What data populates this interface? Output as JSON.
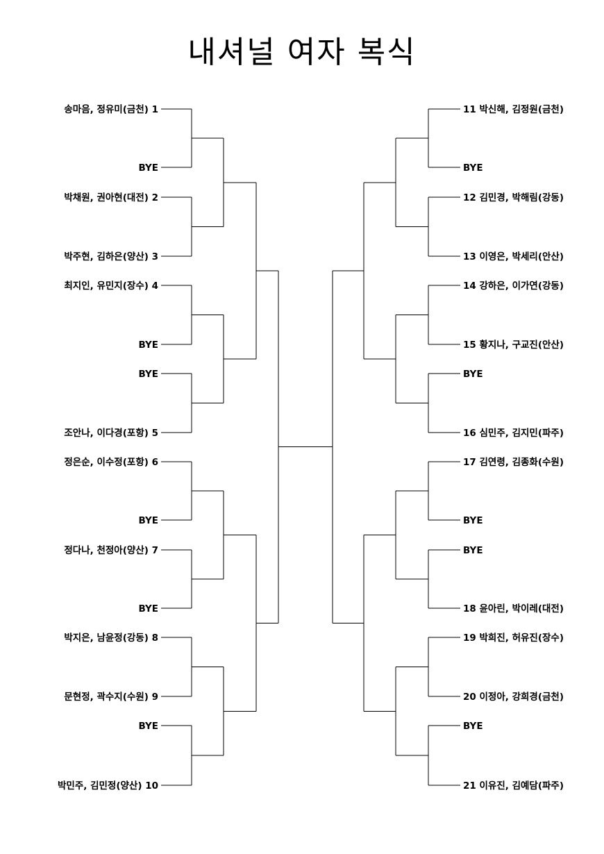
{
  "title": "내셔널 여자 복식",
  "left_entries": [
    {
      "seed": "1",
      "name": "송마음, 정유미(금천)"
    },
    {
      "seed": "",
      "name": "BYE"
    },
    {
      "seed": "2",
      "name": "박채원, 권아현(대전)"
    },
    {
      "seed": "3",
      "name": "박주현, 김하은(양산)"
    },
    {
      "seed": "4",
      "name": "최지인, 유민지(장수)"
    },
    {
      "seed": "",
      "name": "BYE"
    },
    {
      "seed": "",
      "name": "BYE"
    },
    {
      "seed": "5",
      "name": "조안나, 이다경(포항)"
    },
    {
      "seed": "6",
      "name": "정은순, 이수정(포항)"
    },
    {
      "seed": "",
      "name": "BYE"
    },
    {
      "seed": "7",
      "name": "정다나, 천정아(양산)"
    },
    {
      "seed": "",
      "name": "BYE"
    },
    {
      "seed": "8",
      "name": "박지은, 남윤정(강동)"
    },
    {
      "seed": "9",
      "name": "문현정, 곽수지(수원)"
    },
    {
      "seed": "",
      "name": "BYE"
    },
    {
      "seed": "10",
      "name": "박민주, 김민정(양산)"
    }
  ],
  "right_entries": [
    {
      "seed": "11",
      "name": "박신해, 김정원(금천)"
    },
    {
      "seed": "",
      "name": "BYE"
    },
    {
      "seed": "12",
      "name": "김민경, 박해림(강동)"
    },
    {
      "seed": "13",
      "name": "이영은, 박세리(안산)"
    },
    {
      "seed": "14",
      "name": "강하은, 이가연(강동)"
    },
    {
      "seed": "15",
      "name": "황지나, 구교진(안산)"
    },
    {
      "seed": "",
      "name": "BYE"
    },
    {
      "seed": "16",
      "name": "심민주, 김지민(파주)"
    },
    {
      "seed": "17",
      "name": "김연령, 김종화(수원)"
    },
    {
      "seed": "",
      "name": "BYE"
    },
    {
      "seed": "",
      "name": "BYE"
    },
    {
      "seed": "18",
      "name": "윤아린, 박이레(대전)"
    },
    {
      "seed": "19",
      "name": "박희진, 허유진(장수)"
    },
    {
      "seed": "20",
      "name": "이정아, 강희경(금천)"
    },
    {
      "seed": "",
      "name": "BYE"
    },
    {
      "seed": "21",
      "name": "이유진, 김예담(파주)"
    }
  ]
}
